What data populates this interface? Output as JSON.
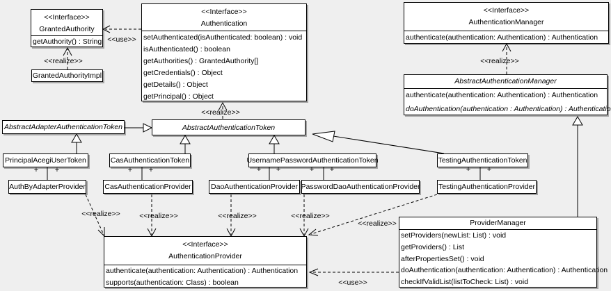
{
  "colors": {
    "background": "#efefef",
    "box_fill": "#ffffff",
    "line": "#000000",
    "shadow": "#a6a6a6"
  },
  "labels": {
    "realize": "<<realize>>",
    "use": "<<use>>",
    "plus": "+"
  },
  "classes": {
    "granted_authority": {
      "stereotype": "<<Interface>>",
      "name": "GrantedAuthority",
      "methods": [
        "getAuthority() : String"
      ]
    },
    "granted_authority_impl": {
      "name": "GrantedAuthorityImpl"
    },
    "authentication": {
      "stereotype": "<<Interface>>",
      "name": "Authentication",
      "methods": [
        "setAuthenticated(isAuthenticated: boolean) : void",
        "isAuthenticated() : boolean",
        "getAuthorities() : GrantedAuthority[]",
        "getCredentials() : Object",
        "getDetails() : Object",
        "getPrincipal() : Object"
      ]
    },
    "authentication_manager": {
      "stereotype": "<<Interface>>",
      "name": "AuthenticationManager",
      "methods": [
        "authenticate(authentication: Authentication) : Authentication"
      ]
    },
    "abstract_authentication_manager": {
      "name": "AbstractAuthenticationManager",
      "abstract": true,
      "methods": [
        "authenticate(authentication: Authentication) : Authentication",
        {
          "text": "doAuthentication(authentication : Authentication) : Authentication",
          "italic": true
        }
      ]
    },
    "abstract_adapter_authentication_token": {
      "name": "AbstractAdapterAuthenticationToken",
      "abstract": true
    },
    "abstract_authentication_token": {
      "name": "AbstractAuthenticationToken",
      "abstract": true
    },
    "principal_acegi_user_token": {
      "name": "PrincipalAcegiUserToken"
    },
    "cas_authentication_token": {
      "name": "CasAuthenticationToken"
    },
    "username_password_authentication_token": {
      "name": "UsernamePasswordAuthenticationToken"
    },
    "testing_authentication_token": {
      "name": "TestingAuthenticationToken"
    },
    "auth_by_adapter_provider": {
      "name": "AuthByAdapterProvider"
    },
    "cas_authentication_provider": {
      "name": "CasAuthenticationProvider"
    },
    "dao_authentication_provider": {
      "name": "DaoAuthenticationProvider"
    },
    "password_dao_authentication_provider": {
      "name": "PasswordDaoAuthenticationProvider"
    },
    "testing_authentication_provider": {
      "name": "TestingAuthenticationProvider"
    },
    "authentication_provider": {
      "stereotype": "<<Interface>>",
      "name": "AuthenticationProvider",
      "methods": [
        "authenticate(authentication: Authentication) : Authentication",
        "supports(authentication: Class) : boolean"
      ]
    },
    "provider_manager": {
      "name": "ProviderManager",
      "methods": [
        "setProviders(newList: List) : void",
        "getProviders() : List",
        "afterPropertiesSet() : void",
        "doAuthentication(authentication: Authentication) : Authentication",
        "checkIfValidList(listToCheck: List) : void"
      ]
    }
  },
  "relationships": [
    {
      "from": "Authentication",
      "to": "GrantedAuthority",
      "type": "use"
    },
    {
      "from": "GrantedAuthorityImpl",
      "to": "GrantedAuthority",
      "type": "realize"
    },
    {
      "from": "AbstractAuthenticationToken",
      "to": "Authentication",
      "type": "realize"
    },
    {
      "from": "AbstractAuthenticationManager",
      "to": "AuthenticationManager",
      "type": "realize"
    },
    {
      "from": "AbstractAdapterAuthenticationToken",
      "to": "AbstractAuthenticationToken",
      "type": "generalization"
    },
    {
      "from": "PrincipalAcegiUserToken",
      "to": "AbstractAdapterAuthenticationToken",
      "type": "generalization"
    },
    {
      "from": "CasAuthenticationToken",
      "to": "AbstractAuthenticationToken",
      "type": "generalization"
    },
    {
      "from": "UsernamePasswordAuthenticationToken",
      "to": "AbstractAuthenticationToken",
      "type": "generalization"
    },
    {
      "from": "TestingAuthenticationToken",
      "to": "AbstractAuthenticationToken",
      "type": "generalization"
    },
    {
      "from": "ProviderManager",
      "to": "AbstractAuthenticationManager",
      "type": "generalization"
    },
    {
      "from": "PrincipalAcegiUserToken",
      "to": "AuthByAdapterProvider",
      "type": "association",
      "end_labels": [
        "+",
        "+"
      ]
    },
    {
      "from": "CasAuthenticationToken",
      "to": "CasAuthenticationProvider",
      "type": "association",
      "end_labels": [
        "+",
        "+"
      ]
    },
    {
      "from": "UsernamePasswordAuthenticationToken",
      "to": "DaoAuthenticationProvider",
      "type": "association",
      "end_labels": [
        "+",
        "+"
      ]
    },
    {
      "from": "UsernamePasswordAuthenticationToken",
      "to": "PasswordDaoAuthenticationProvider",
      "type": "association",
      "end_labels": [
        "+",
        "+"
      ]
    },
    {
      "from": "TestingAuthenticationToken",
      "to": "TestingAuthenticationProvider",
      "type": "association",
      "end_labels": [
        "+",
        "+"
      ]
    },
    {
      "from": "AuthByAdapterProvider",
      "to": "AuthenticationProvider",
      "type": "realize"
    },
    {
      "from": "CasAuthenticationProvider",
      "to": "AuthenticationProvider",
      "type": "realize"
    },
    {
      "from": "DaoAuthenticationProvider",
      "to": "AuthenticationProvider",
      "type": "realize"
    },
    {
      "from": "PasswordDaoAuthenticationProvider",
      "to": "AuthenticationProvider",
      "type": "realize"
    },
    {
      "from": "TestingAuthenticationProvider",
      "to": "AuthenticationProvider",
      "type": "realize"
    },
    {
      "from": "ProviderManager",
      "to": "AuthenticationProvider",
      "type": "use"
    }
  ]
}
